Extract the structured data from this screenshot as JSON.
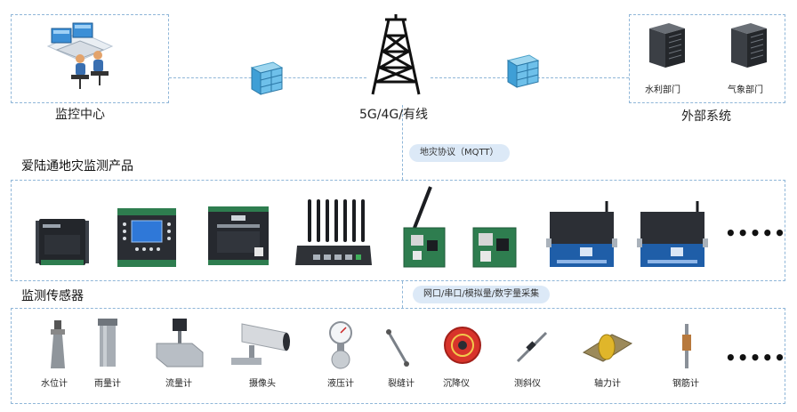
{
  "top": {
    "monitor_center": "监控中心",
    "network": "5G/4G/有线",
    "external_system": "外部系统",
    "water_dept": "水利部门",
    "weather_dept": "气象部门"
  },
  "products": {
    "heading": "爱陆通地灾监测产品",
    "protocol_pill": "地灾协议（MQTT）",
    "more": "•••••"
  },
  "sensors": {
    "heading": "监测传感器",
    "interface_pill": "网口/串口/模拟量/数字量采集",
    "items": [
      "水位计",
      "雨量计",
      "流量计",
      "摄像头",
      "液压计",
      "裂缝计",
      "沉降仪",
      "测斜仪",
      "轴力计",
      "钢筋计"
    ],
    "more": "•••••"
  },
  "colors": {
    "dash": "#8fb6d8",
    "pill_bg": "#dce9f7",
    "device_blue": "#1f5ea8",
    "device_dark": "#2b2f36",
    "pcb_green": "#2e7d4f"
  }
}
